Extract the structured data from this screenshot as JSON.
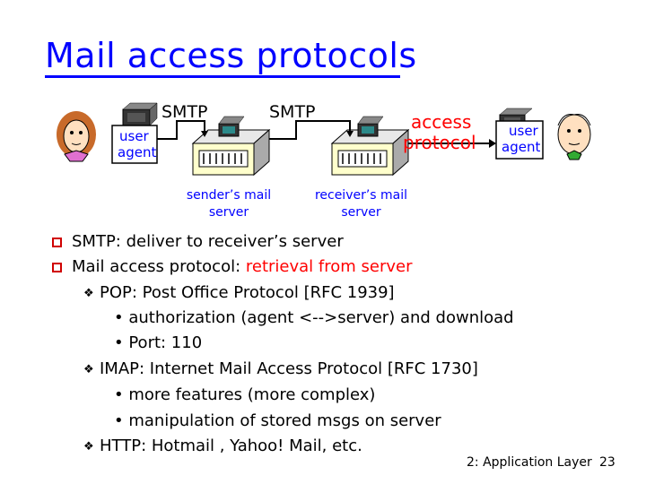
{
  "slide": {
    "title": "Mail access protocols",
    "footer_left": "2: Application Layer",
    "footer_right": "23"
  },
  "diagram": {
    "ua_left_label_1": "user",
    "ua_left_label_2": "agent",
    "smtp_1": "SMTP",
    "smtp_2": "SMTP",
    "access_1": "access",
    "access_2": "protocol",
    "ua_right_label_1": "user",
    "ua_right_label_2": "agent",
    "sender_server_1": "sender’s mail",
    "sender_server_2": "server",
    "receiver_server_1": "receiver’s mail",
    "receiver_server_2": "server"
  },
  "bullets": {
    "b1": "SMTP: deliver to receiver’s server",
    "b2_prefix": "Mail access protocol: ",
    "b2_highlight": "retrieval from server",
    "pop": "POP: Post Office Protocol [RFC 1939]",
    "pop_1": "• authorization (agent <-->server) and download",
    "pop_2": "• Port: 110",
    "imap": "IMAP: Internet Mail Access Protocol [RFC 1730]",
    "imap_1": "• more features (more complex)",
    "imap_2": "• manipulation of stored msgs on server",
    "http": "HTTP: Hotmail , Yahoo! Mail, etc."
  },
  "colors": {
    "title": "#0000ff",
    "highlight": "#ff0000",
    "bullet_marker": "#d00000"
  }
}
